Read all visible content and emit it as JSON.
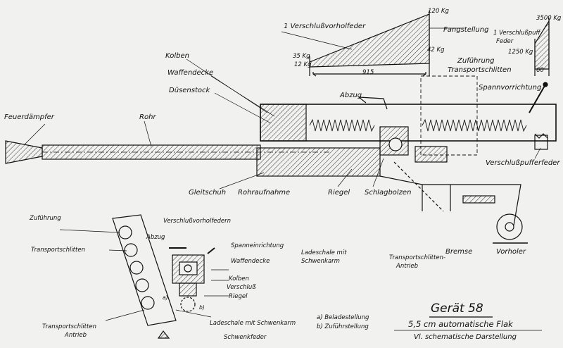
{
  "labels": {
    "verschlussvorholfeder": "1 Verschlußvorholfeder",
    "kg120": "120 Kg",
    "fangstellung": "Fangstellung",
    "kg42": "42 Kg",
    "kg35": "35 Kg",
    "kg12": "12 Kg",
    "dim915": "915",
    "kg3500": "3500 Kg",
    "pufferfeder1": "1 Verschlußpuff",
    "pufferfeder2": "Feder",
    "kg1250": "1250 Kg",
    "dim60": "60",
    "zufuehrung_top": "Zuführung",
    "transportschlitten_top": "Transportschlitten",
    "spannvorrichtung": "Spannvorrichtung",
    "kolben": "Kolben",
    "waffendecke": "Waffendecke",
    "duesenstock": "Düsenstock",
    "abzug": "Abzug",
    "feuerdaempfer": "Feuerdämpfer",
    "rohr": "Rohr",
    "verschlusspufferfeder": "Verschlußpufferfeder",
    "gleitschuh": "Gleitschuh",
    "rohraufnahme": "Rohraufnahme",
    "riegel": "Riegel",
    "schlagbolzen": "Schlagbolzen",
    "ladeschale1": "Ladeschale mit",
    "ladeschale2": "Schwenkarm",
    "tsa1": "Transportschlitten-",
    "tsa2": "Antrieb",
    "bremse": "Bremse",
    "vorholer": "Vorholer"
  },
  "detail_labels": {
    "zufuehrung": "Zuführung",
    "transportschlitten": "Transportschlitten",
    "verschlussvorholfedern": "Verschlußvorholfedern",
    "abzug": "Abzug",
    "spanneinrichtung": "Spanneinrichtung",
    "waffendecke": "Waffendecke",
    "kolben": "Kolben",
    "verschluss": "Verschluß",
    "riegel": "Riegel",
    "pos_a": "a)",
    "pos_b": "b)",
    "tsa1": "Transportschlitten",
    "tsa2": "Antrieb",
    "ladeschale": "Ladeschale mit Schwenkarm",
    "schwenkfeder": "Schwenkfeder"
  },
  "legend": {
    "a": "a) Beladestellung",
    "b": "b) Zuführstellung"
  },
  "title_block": {
    "title": "Gerät 58",
    "subtitle": "5,5 cm automatische Flak",
    "caption": "Vl. schematische Darstellung"
  }
}
